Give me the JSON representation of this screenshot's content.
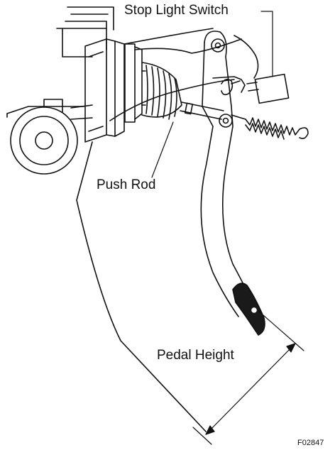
{
  "labels": {
    "stop_light_switch": "Stop Light Switch",
    "push_rod": "Push Rod",
    "pedal_height": "Pedal Height",
    "figure_code": "F02847"
  },
  "colors": {
    "ink": "#111111",
    "background": "#ffffff",
    "pad": "#1a1a1a"
  }
}
